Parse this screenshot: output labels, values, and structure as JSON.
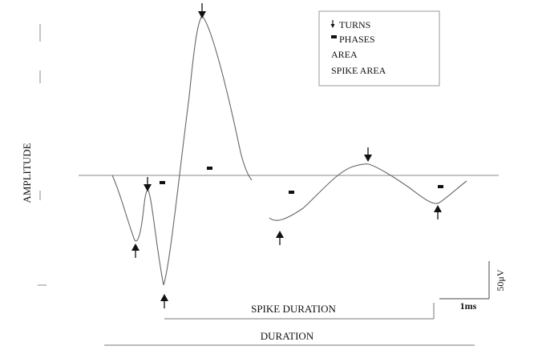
{
  "axis": {
    "ylabel": "AMPLITUDE"
  },
  "legend": {
    "items": [
      {
        "label": "TURNS",
        "icon": "arrow-down-icon"
      },
      {
        "label": "PHASES",
        "icon": "phase-dash-icon"
      },
      {
        "label": "AREA",
        "icon": ""
      },
      {
        "label": "SPIKE AREA",
        "icon": ""
      }
    ]
  },
  "scale_bar": {
    "amplitude": "50μV",
    "time": "1ms"
  },
  "measures": {
    "spike_duration": "SPIKE DURATION",
    "duration": "DURATION"
  },
  "colors": {
    "waveform": "#666666",
    "markers": "#111111",
    "background": "#ffffff"
  }
}
